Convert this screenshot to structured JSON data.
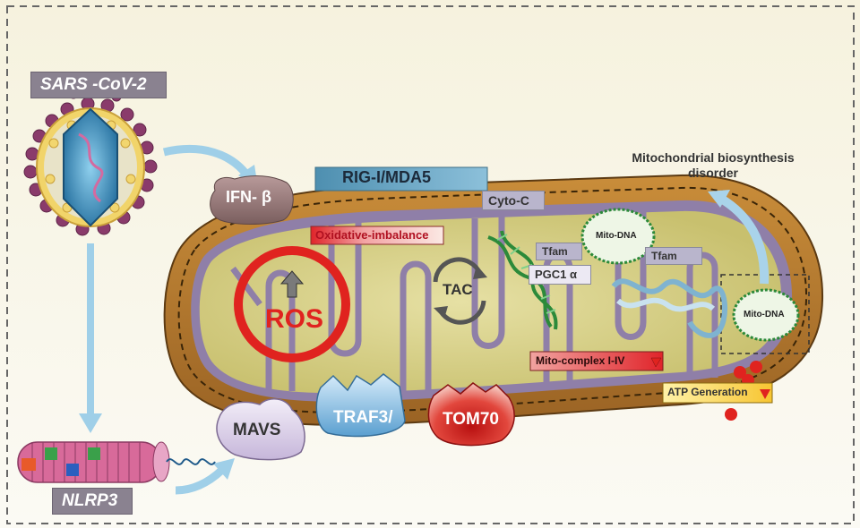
{
  "virus_label": "SARS -CoV-2",
  "inflammasome_label": "NLRP3",
  "ifn_label": "IFN- β",
  "rig_label": "RIG-I/MDA5",
  "cytoc_label": "Cyto-C",
  "oxidative_label": "Oxidative-imbalance",
  "ros_label": "ROS",
  "tac_label": "TAC",
  "tfam_label_1": "Tfam",
  "tfam_label_2": "Tfam",
  "pgc_label": "PGC1 α",
  "mito_dna_label_1": "Mito-DNA",
  "mito_dna_label_2": "Mito-DNA",
  "biosynthesis_title": "Mitochondrial biosynthesis\ndisorder",
  "complex_label": "Mito-complex I-IV",
  "atp_label": "ATP Generation",
  "mavs_label": "MAVS",
  "traf_label": "TRAF3/",
  "tom_label": "TOM70",
  "colors": {
    "background": "#f7f4e6",
    "matrix": "#d9d28a",
    "membrane": "#b37a2c",
    "inner_membrane": "#8f7fa8",
    "ros_ring": "#e0231f",
    "arrow": "#9fcfe8"
  }
}
